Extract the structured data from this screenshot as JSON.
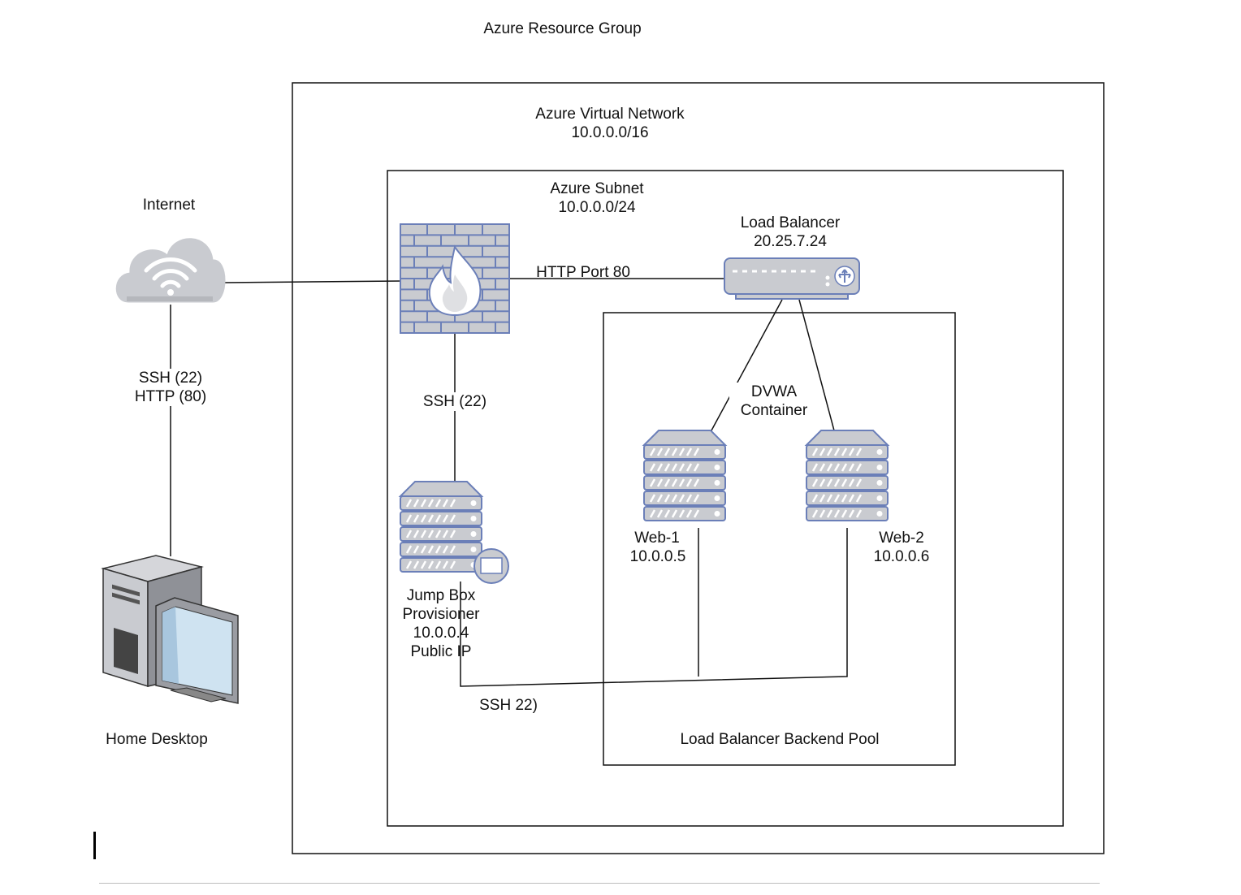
{
  "resource_group": {
    "title": "Azure Resource Group"
  },
  "vnet": {
    "title": "Azure Virtual Network",
    "cidr": "10.0.0.0/16"
  },
  "subnet": {
    "title": "Azure Subnet",
    "cidr": "10.0.0.0/24"
  },
  "internet": {
    "label": "Internet",
    "protocols": [
      "SSH (22)",
      "HTTP (80)"
    ]
  },
  "home_desktop": {
    "label": "Home Desktop"
  },
  "firewall": {
    "http_label": "HTTP Port 80",
    "ssh_label": "SSH (22)"
  },
  "load_balancer": {
    "title": "Load Balancer",
    "ip": "20.25.7.24"
  },
  "backend_pool": {
    "label": "Load Balancer Backend Pool",
    "container_label": [
      "DVWA",
      "Container"
    ]
  },
  "web1": {
    "name": "Web-1",
    "ip": "10.0.0.5"
  },
  "web2": {
    "name": "Web-2",
    "ip": "10.0.0.6"
  },
  "jumpbox": {
    "lines": [
      "Jump Box",
      "Provisioner",
      "10.0.0.4",
      "Public IP"
    ]
  },
  "ssh_bottom": {
    "label": "SSH 22)"
  },
  "colors": {
    "icon_fill": "#c9cbd0",
    "icon_stroke": "#6b7fb8",
    "box_stroke": "#111111"
  }
}
